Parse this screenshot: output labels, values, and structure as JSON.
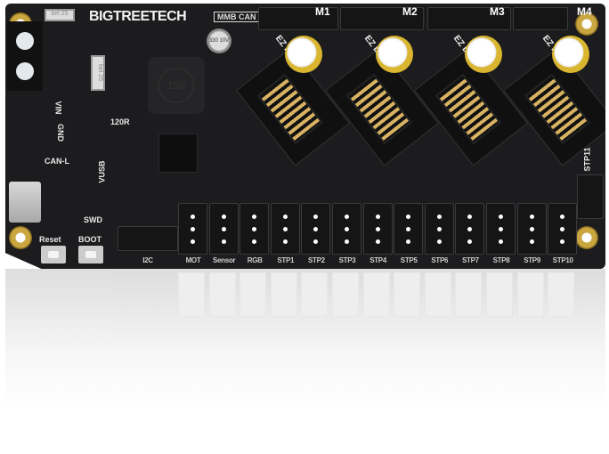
{
  "brand": {
    "logo": "BIGTREETECH",
    "model": "MMB CAN"
  },
  "motor_connectors": [
    "M1",
    "M2",
    "M3",
    "M4"
  ],
  "drivers": [
    "EZ Driver1",
    "EZ Driver2",
    "EZ Driver3",
    "EZ Driver4"
  ],
  "components": {
    "inductor": "150",
    "capacitor": "330 10V",
    "fuse": "bel 25",
    "resistor": "120R"
  },
  "silkscreen": {
    "can_l": "CAN-L",
    "vusb": "VUSB",
    "swd": "SWD",
    "vin": "VIN",
    "gnd": "GND",
    "reset": "Reset",
    "boot": "BOOT",
    "stp11": "STP11"
  },
  "bottom_ports": [
    "I2C",
    "MOT",
    "Sensor",
    "RGB",
    "STP1",
    "STP2",
    "STP3",
    "STP4",
    "STP5",
    "STP6",
    "STP7",
    "STP8",
    "STP9",
    "STP10"
  ]
}
